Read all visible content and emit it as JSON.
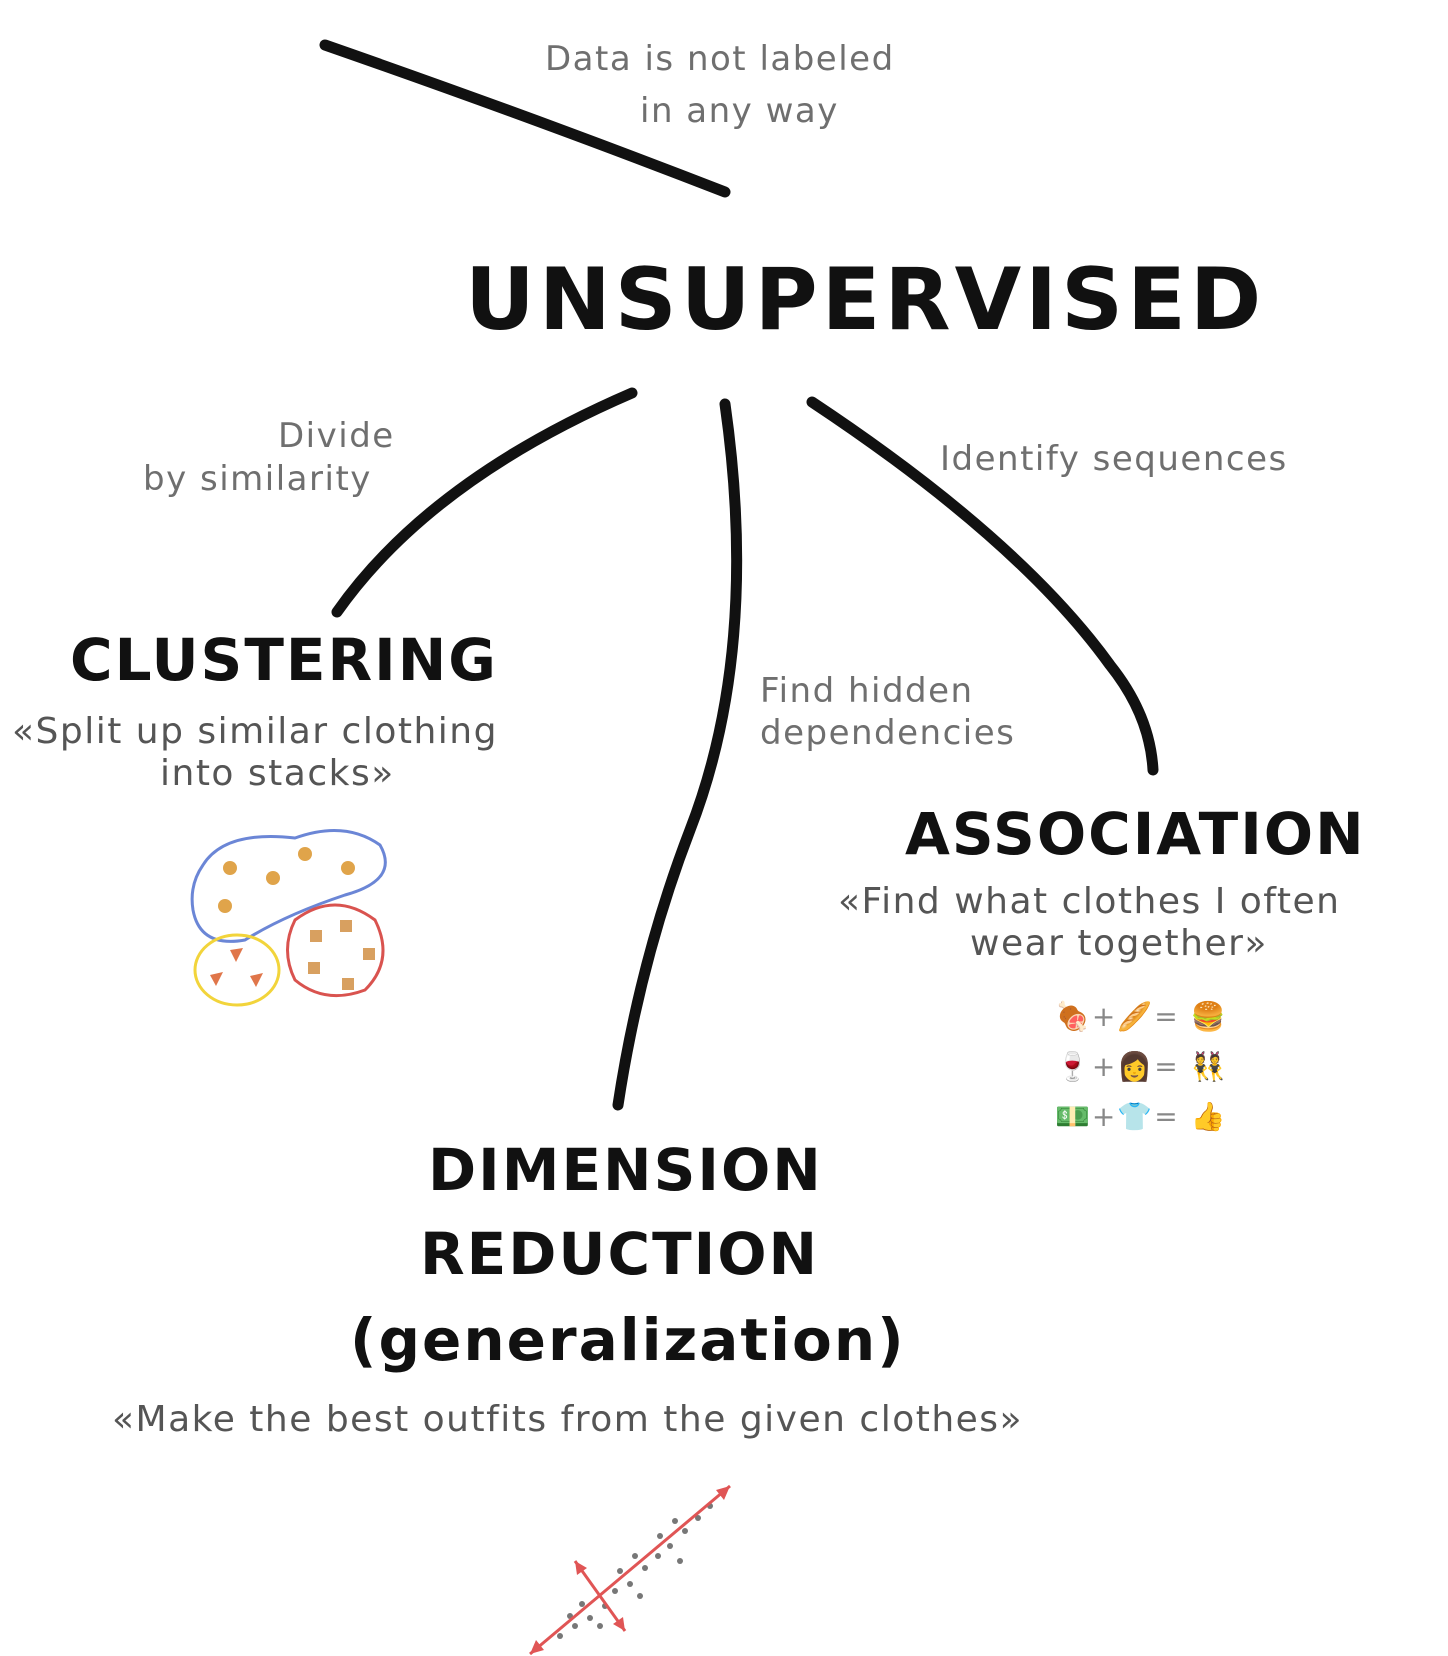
{
  "root": {
    "title": "UNSUPERVISED",
    "note_line1": "Data is not labeled",
    "note_line2": "in any way"
  },
  "branches": {
    "clustering": {
      "edge_label_line1": "Divide",
      "edge_label_line2": "by similarity",
      "title": "CLUSTERING",
      "example_line1": "«Split up similar clothing",
      "example_line2": "into stacks»"
    },
    "dimension_reduction": {
      "edge_label_line1": "Find hidden",
      "edge_label_line2": "dependencies",
      "title_line1": "DIMENSION",
      "title_line2": "REDUCTION",
      "title_line3": "(generalization)",
      "example": "«Make the best outfits from the given clothes»"
    },
    "association": {
      "edge_label": "Identify sequences",
      "title": "ASSOCIATION",
      "example_line1": "«Find what clothes I often",
      "example_line2": "wear together»"
    }
  },
  "icons": {
    "clustering_sketch": "cluster-groups-icon",
    "association_sketch": "emoji-equations-icon",
    "dimension_sketch": "pca-axes-icon"
  },
  "colors": {
    "ink": "#111111",
    "caption": "#6f6f6f",
    "cluster_blue": "#6b86d6",
    "cluster_red": "#d9534f",
    "cluster_yellow": "#f2d43b",
    "pca_arrow": "#e05555"
  },
  "association_equations": [
    {
      "a": "🍖",
      "b": "🥖",
      "result": "🍔"
    },
    {
      "a": "🍷",
      "b": "👩",
      "result": "👯"
    },
    {
      "a": "💵",
      "b": "👕",
      "result": "👍"
    }
  ]
}
